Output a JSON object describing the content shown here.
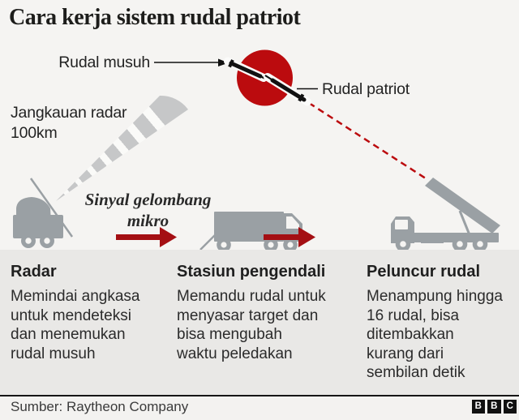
{
  "title": "Cara kerja sistem rudal patriot",
  "diagram": {
    "enemy_missile_label": "Rudal musuh",
    "patriot_missile_label": "Rudal patriot",
    "radar_range_label": "Jangkauan radar\n100km",
    "signal_label": "Sinyal gelombang\nmikro"
  },
  "columns": [
    {
      "heading": "Radar",
      "body": "Memindai angkasa\nuntuk mendeteksi\ndan menemukan\nrudal musuh"
    },
    {
      "heading": "Stasiun pengendali",
      "body": "Memandu rudal untuk\nmenyasar target dan\nbisa mengubah\nwaktu peledakan"
    },
    {
      "heading": "Peluncur rudal",
      "body": "Menampung hingga\n16 rudal, bisa\nditembakkan\nkurang dari\nsembilan detik"
    }
  ],
  "footer": {
    "source": "Sumber: Raytheon Company",
    "logo_letters": [
      "B",
      "B",
      "C"
    ]
  },
  "icons": {
    "radar_vehicle": "radar-truck-icon",
    "control_station_vehicle": "control-station-truck-icon",
    "launcher_vehicle": "missile-launcher-truck-icon",
    "radar_beam": "radar-beam-icon",
    "enemy_missile": "enemy-missile-icon",
    "patriot_missile": "patriot-missile-icon",
    "interception_blast": "interception-circle-icon",
    "trajectory": "dashed-trajectory-line",
    "flow_arrow": "red-arrow-icon",
    "bbc_logo": "bbc-logo"
  },
  "colors": {
    "bg_top": "#f5f4f2",
    "bg_band": "#e9e8e6",
    "bg_footer": "#f3f2f0",
    "rule_black": "#161616",
    "accent_red": "#a40f13",
    "blast_red": "#bb0b0e",
    "truck_gray": "#9aa0a4",
    "beam_gray": "#c6c7c8",
    "beam_stripe": "#fafaf8",
    "text_dark": "#222222"
  }
}
